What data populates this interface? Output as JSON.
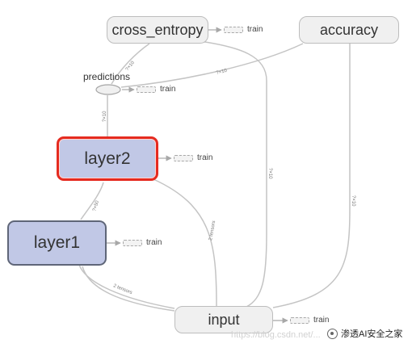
{
  "nodes": {
    "cross_entropy": "cross_entropy",
    "accuracy": "accuracy",
    "predictions": "predictions",
    "layer2": "layer2",
    "layer1": "layer1",
    "input": "input"
  },
  "train_label": "train",
  "edge_labels": {
    "e1": "?×10",
    "e2": "?×10",
    "e3": "?×10",
    "e4": "?×50",
    "e5": "2 tensors",
    "e6": "?×10",
    "e7": "?×10",
    "e8": "2 tensors"
  },
  "colors": {
    "selected_border": "#e52b20",
    "layer_fill": "#c1c8e6",
    "op_fill": "#f0f0f0"
  },
  "watermark": "https://blog.csdn.net/...",
  "brand": "渗透AI安全之家"
}
